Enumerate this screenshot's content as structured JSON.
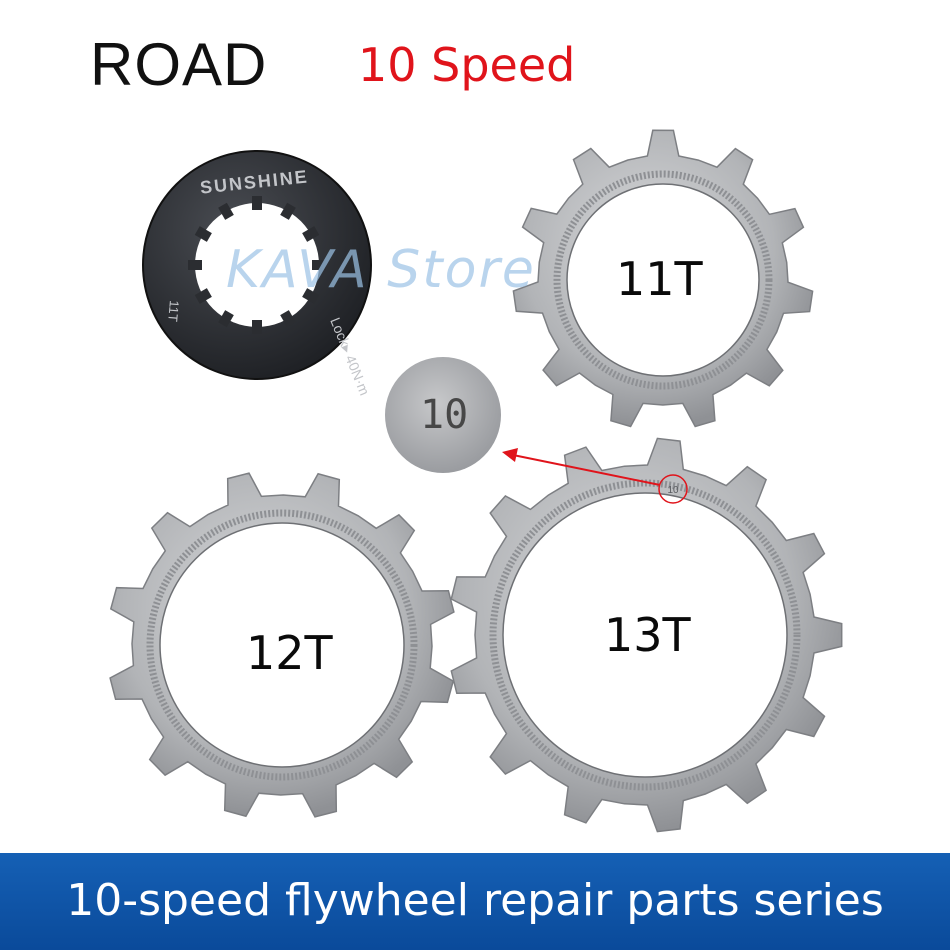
{
  "header": {
    "category": "ROAD",
    "speed": "10 Speed"
  },
  "watermark": "KAVA Store",
  "parts": {
    "lockring_brand": "SUNSHINE",
    "lockring_torque": "Lock▸ 40N·m",
    "lockring_size": "11T",
    "cog_11": "11T",
    "cog_12": "12T",
    "cog_13": "13T",
    "zoom_detail": "10",
    "engraved_mark": "10"
  },
  "footer": {
    "caption": "10-speed flywheel repair parts series"
  },
  "colors": {
    "speed_red": "#e0141b",
    "footer_blue": "#1560b5",
    "watermark_blue": "#9cc3e6",
    "metal": "#b4b6b9",
    "lockring": "#2b2d31"
  }
}
